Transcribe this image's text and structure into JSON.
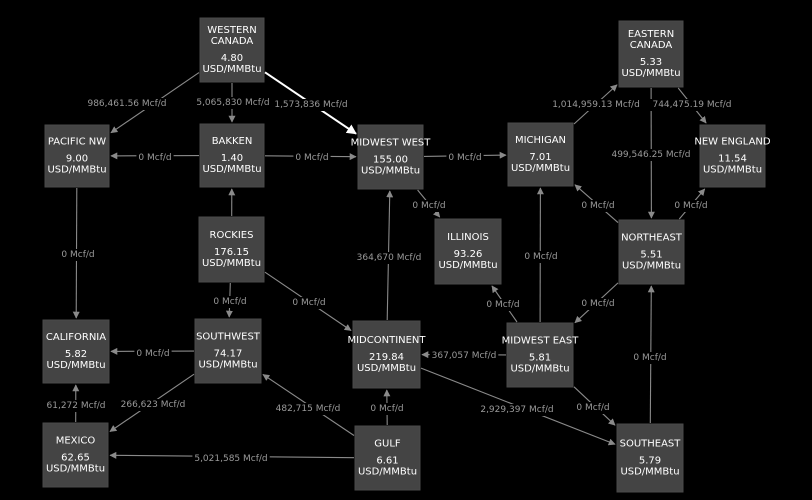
{
  "colors": {
    "background": "#000000",
    "node_fill": "#444444",
    "edge": "#8a8a8a",
    "edge_highlight": "#ffffff",
    "label": "#9a9a9a",
    "node_text": "#ffffff"
  },
  "nodes": [
    {
      "id": "western-canada",
      "name": [
        "WESTERN",
        "CANADA"
      ],
      "price": "4.80",
      "unit": "USD/MMBtu"
    },
    {
      "id": "eastern-canada",
      "name": [
        "EASTERN",
        "CANADA"
      ],
      "price": "5.33",
      "unit": "USD/MMBtu"
    },
    {
      "id": "pacific-nw",
      "name": [
        "PACIFIC NW"
      ],
      "price": "9.00",
      "unit": "USD/MMBtu"
    },
    {
      "id": "bakken",
      "name": [
        "BAKKEN"
      ],
      "price": "1.40",
      "unit": "USD/MMBtu"
    },
    {
      "id": "midwest-west",
      "name": [
        "MIDWEST WEST"
      ],
      "price": "155.00",
      "unit": "USD/MMBtu"
    },
    {
      "id": "michigan",
      "name": [
        "MICHIGAN"
      ],
      "price": "7.01",
      "unit": "USD/MMBtu"
    },
    {
      "id": "new-england",
      "name": [
        "NEW ENGLAND"
      ],
      "price": "11.54",
      "unit": "USD/MMBtu"
    },
    {
      "id": "rockies",
      "name": [
        "ROCKIES"
      ],
      "price": "176.15",
      "unit": "USD/MMBtu"
    },
    {
      "id": "illinois",
      "name": [
        "ILLINOIS"
      ],
      "price": "93.26",
      "unit": "USD/MMBtu"
    },
    {
      "id": "northeast",
      "name": [
        "NORTHEAST"
      ],
      "price": "5.51",
      "unit": "USD/MMBtu"
    },
    {
      "id": "california",
      "name": [
        "CALIFORNIA"
      ],
      "price": "5.82",
      "unit": "USD/MMBtu"
    },
    {
      "id": "southwest",
      "name": [
        "SOUTHWEST"
      ],
      "price": "74.17",
      "unit": "USD/MMBtu"
    },
    {
      "id": "midcontinent",
      "name": [
        "MIDCONTINENT"
      ],
      "price": "219.84",
      "unit": "USD/MMBtu"
    },
    {
      "id": "midwest-east",
      "name": [
        "MIDWEST EAST"
      ],
      "price": "5.81",
      "unit": "USD/MMBtu"
    },
    {
      "id": "mexico",
      "name": [
        "MEXICO"
      ],
      "price": "62.65",
      "unit": "USD/MMBtu"
    },
    {
      "id": "gulf",
      "name": [
        "GULF"
      ],
      "price": "6.61",
      "unit": "USD/MMBtu"
    },
    {
      "id": "southeast",
      "name": [
        "SOUTHEAST"
      ],
      "price": "5.79",
      "unit": "USD/MMBtu"
    }
  ],
  "edges": [
    {
      "from": "western-canada",
      "to": "pacific-nw",
      "label": "986,461.56 Mcf/d"
    },
    {
      "from": "western-canada",
      "to": "bakken",
      "label": "5,065,830 Mcf/d"
    },
    {
      "from": "western-canada",
      "to": "midwest-west",
      "label": "1,573,836 Mcf/d",
      "highlight": true
    },
    {
      "from": "bakken",
      "to": "pacific-nw",
      "label": "0 Mcf/d"
    },
    {
      "from": "bakken",
      "to": "midwest-west",
      "label": "0 Mcf/d"
    },
    {
      "from": "midwest-west",
      "to": "michigan",
      "label": "0 Mcf/d"
    },
    {
      "from": "midwest-west",
      "to": "illinois",
      "label": "0 Mcf/d"
    },
    {
      "from": "michigan",
      "to": "eastern-canada",
      "label": "1,014,959.13 Mcf/d"
    },
    {
      "from": "eastern-canada",
      "to": "new-england",
      "label": "744,475.19 Mcf/d"
    },
    {
      "from": "eastern-canada",
      "to": "northeast",
      "label": "499,546.25 Mcf/d"
    },
    {
      "from": "northeast",
      "to": "michigan",
      "label": "0 Mcf/d"
    },
    {
      "from": "northeast",
      "to": "new-england",
      "label": "0 Mcf/d"
    },
    {
      "from": "pacific-nw",
      "to": "california",
      "label": "0 Mcf/d"
    },
    {
      "from": "rockies",
      "to": "bakken",
      "label": ""
    },
    {
      "from": "rockies",
      "to": "southwest",
      "label": "0 Mcf/d"
    },
    {
      "from": "rockies",
      "to": "midcontinent",
      "label": "0 Mcf/d"
    },
    {
      "from": "midcontinent",
      "to": "midwest-west",
      "label": "364,670 Mcf/d"
    },
    {
      "from": "midwest-east",
      "to": "illinois",
      "label": "0 Mcf/d"
    },
    {
      "from": "midwest-east",
      "to": "michigan",
      "label": "0 Mcf/d"
    },
    {
      "from": "northeast",
      "to": "midwest-east",
      "label": "0 Mcf/d"
    },
    {
      "from": "southwest",
      "to": "california",
      "label": "0 Mcf/d"
    },
    {
      "from": "midwest-east",
      "to": "midcontinent",
      "label": "367,057 Mcf/d"
    },
    {
      "from": "mexico",
      "to": "california",
      "label": "61,272 Mcf/d"
    },
    {
      "from": "southwest",
      "to": "mexico",
      "label": "266,623 Mcf/d"
    },
    {
      "from": "gulf",
      "to": "southwest",
      "label": "482,715 Mcf/d"
    },
    {
      "from": "gulf",
      "to": "midcontinent",
      "label": "0 Mcf/d"
    },
    {
      "from": "midcontinent",
      "to": "southeast",
      "label": "2,929,397 Mcf/d"
    },
    {
      "from": "midwest-east",
      "to": "southeast",
      "label": "0 Mcf/d"
    },
    {
      "from": "southeast",
      "to": "northeast",
      "label": "0 Mcf/d"
    },
    {
      "from": "gulf",
      "to": "mexico",
      "label": "5,021,585 Mcf/d"
    }
  ]
}
